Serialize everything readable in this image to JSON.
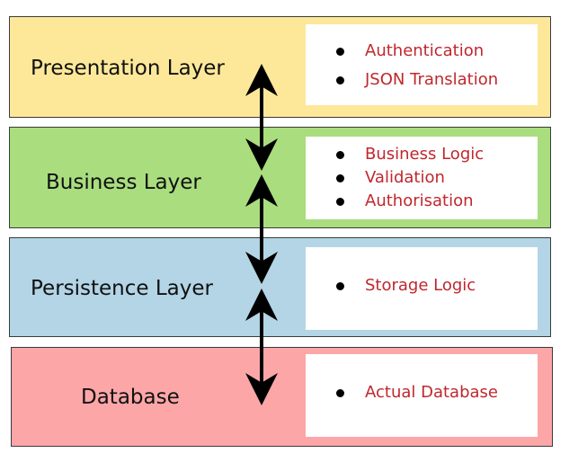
{
  "colors": {
    "presentation_fill": "#fde89a",
    "business_fill": "#a9dd7e",
    "persistence_fill": "#b3d5e6",
    "database_fill": "#fca6a8",
    "item_text": "#c0272d",
    "arrow": "#000000"
  },
  "icons": [
    "bullet-icon",
    "double-arrow-icon"
  ],
  "layers": [
    {
      "title": "Presentation Layer",
      "items": [
        "Authentication",
        "JSON Translation"
      ]
    },
    {
      "title": "Business Layer",
      "items": [
        "Business Logic",
        "Validation",
        "Authorisation"
      ]
    },
    {
      "title": "Persistence Layer",
      "items": [
        "Storage Logic"
      ]
    },
    {
      "title": "Database",
      "items": [
        "Actual Database"
      ]
    }
  ]
}
